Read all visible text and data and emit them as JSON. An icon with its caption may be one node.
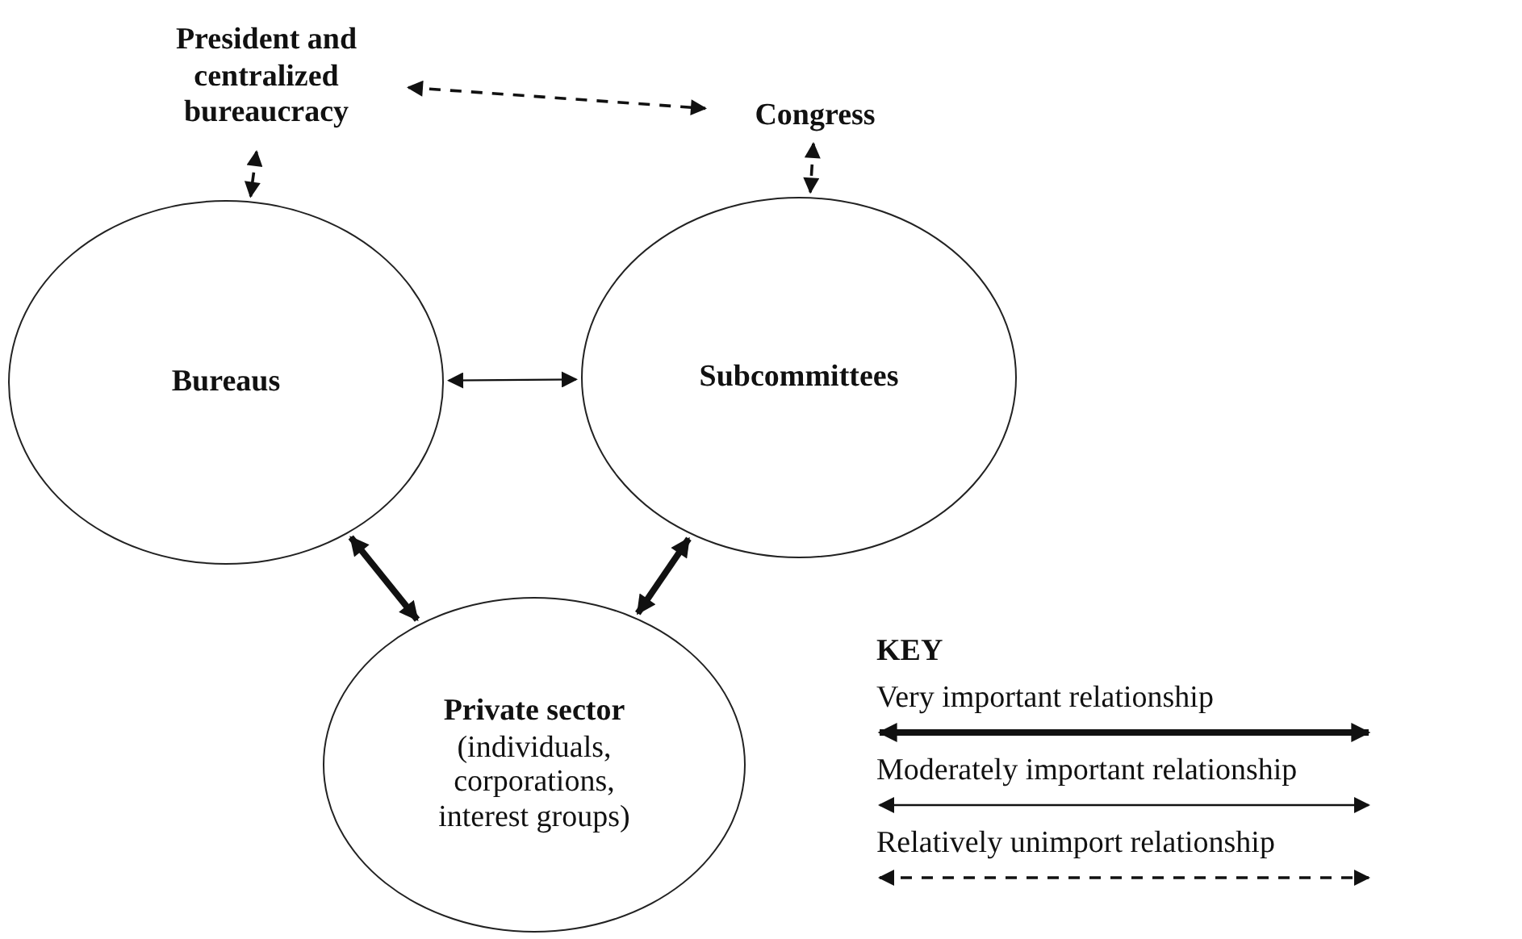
{
  "diagram": {
    "nodes": [
      {
        "text": [
          "President and centralized bureaucracy"
        ]
      },
      {
        "text": [
          "Congress"
        ]
      },
      {
        "text": [
          "Bureaus"
        ]
      },
      {
        "text": [
          "Subcommittees"
        ]
      },
      {
        "text": [
          "Private sector",
          "(individuals, corporations, interest groups)"
        ]
      }
    ],
    "edges": [
      {
        "from": 0,
        "to": 1,
        "arrow": "both",
        "style": "dashed"
      },
      {
        "from": 0,
        "to": 2,
        "arrow": "both",
        "style": "dashed"
      },
      {
        "from": 1,
        "to": 3,
        "arrow": "both",
        "style": "dashed"
      },
      {
        "from": 2,
        "to": 3,
        "arrow": "both"
      },
      {
        "from": 2,
        "to": 4,
        "arrow": "both",
        "style": "thick"
      },
      {
        "from": 3,
        "to": 4,
        "arrow": "both",
        "style": "thick"
      }
    ],
    "labels": [
      "KEY"
    ],
    "legend": [
      {
        "text": "Very important relationship"
      },
      {
        "text": "Moderately important relationship"
      },
      {
        "text": "Relatively unimport relationship"
      }
    ]
  }
}
